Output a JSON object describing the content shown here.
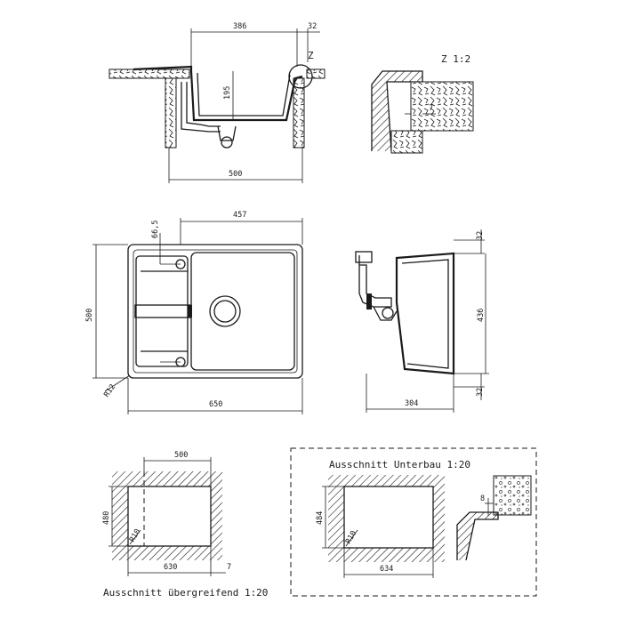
{
  "side_view": {
    "dim_width_top": "386",
    "dim_overhang": "32",
    "dim_depth": "195",
    "dim_width_bottom": "500",
    "detail_marker": "Z"
  },
  "detail_z": {
    "title": "Z 1:2",
    "dim_gap": "7"
  },
  "top_view": {
    "dim_bowl_width": "457",
    "dim_drain_offset": "66,5",
    "dim_height": "500",
    "dim_width": "650",
    "dim_radius": "R12"
  },
  "section_view": {
    "dim_top": "32",
    "dim_inner": "436",
    "dim_bottom": "32",
    "dim_width": "304"
  },
  "cutout_overmount": {
    "dim_top_width": "500",
    "dim_height": "480",
    "dim_radius": "R10",
    "dim_width": "630",
    "dim_offset": "7",
    "caption": "Ausschnitt übergreifend 1:20"
  },
  "cutout_undermount": {
    "title": "Ausschnitt Unterbau 1:20",
    "dim_height": "484",
    "dim_radius": "R10",
    "dim_width": "634",
    "dim_step": "8"
  }
}
